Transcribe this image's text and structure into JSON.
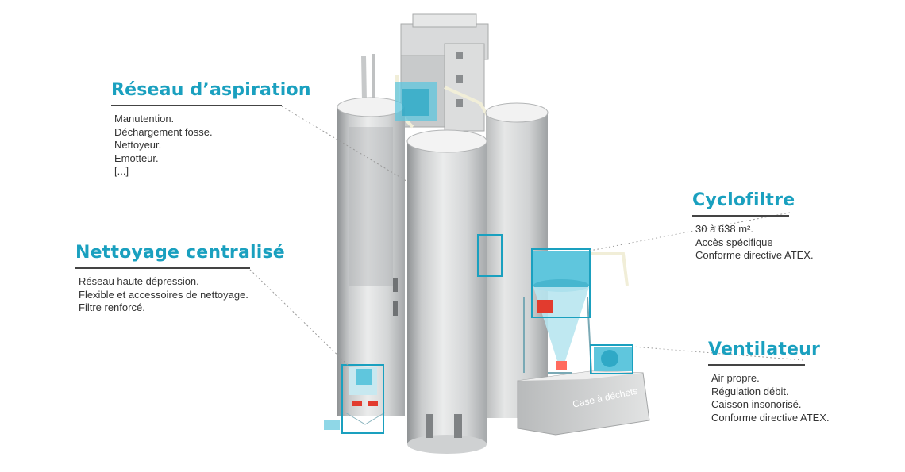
{
  "callouts": {
    "aspiration": {
      "title": "Réseau d’aspiration",
      "lines": [
        "Manutention.",
        "Déchargement fosse.",
        "Nettoyeur.",
        "Emotteur.",
        "[...]"
      ]
    },
    "nettoyage": {
      "title": "Nettoyage centralisé",
      "lines": [
        "Réseau haute dépression.",
        "Flexible et accessoires de nettoyage.",
        "Filtre renforcé."
      ]
    },
    "cyclofiltre": {
      "title": "Cyclofiltre",
      "lines": [
        "30 à 638 m².",
        "Accès spécifique",
        "Conforme directive ATEX."
      ]
    },
    "ventilateur": {
      "title": "Ventilateur",
      "lines": [
        "Air propre.",
        "Régulation débit.",
        "Caisson insonorisé.",
        "Conforme directive ATEX."
      ]
    }
  },
  "illustration": {
    "bin_label": "Case à déchets"
  },
  "colors": {
    "accent": "#1aa0bf",
    "rule": "#444444",
    "text": "#333333"
  }
}
